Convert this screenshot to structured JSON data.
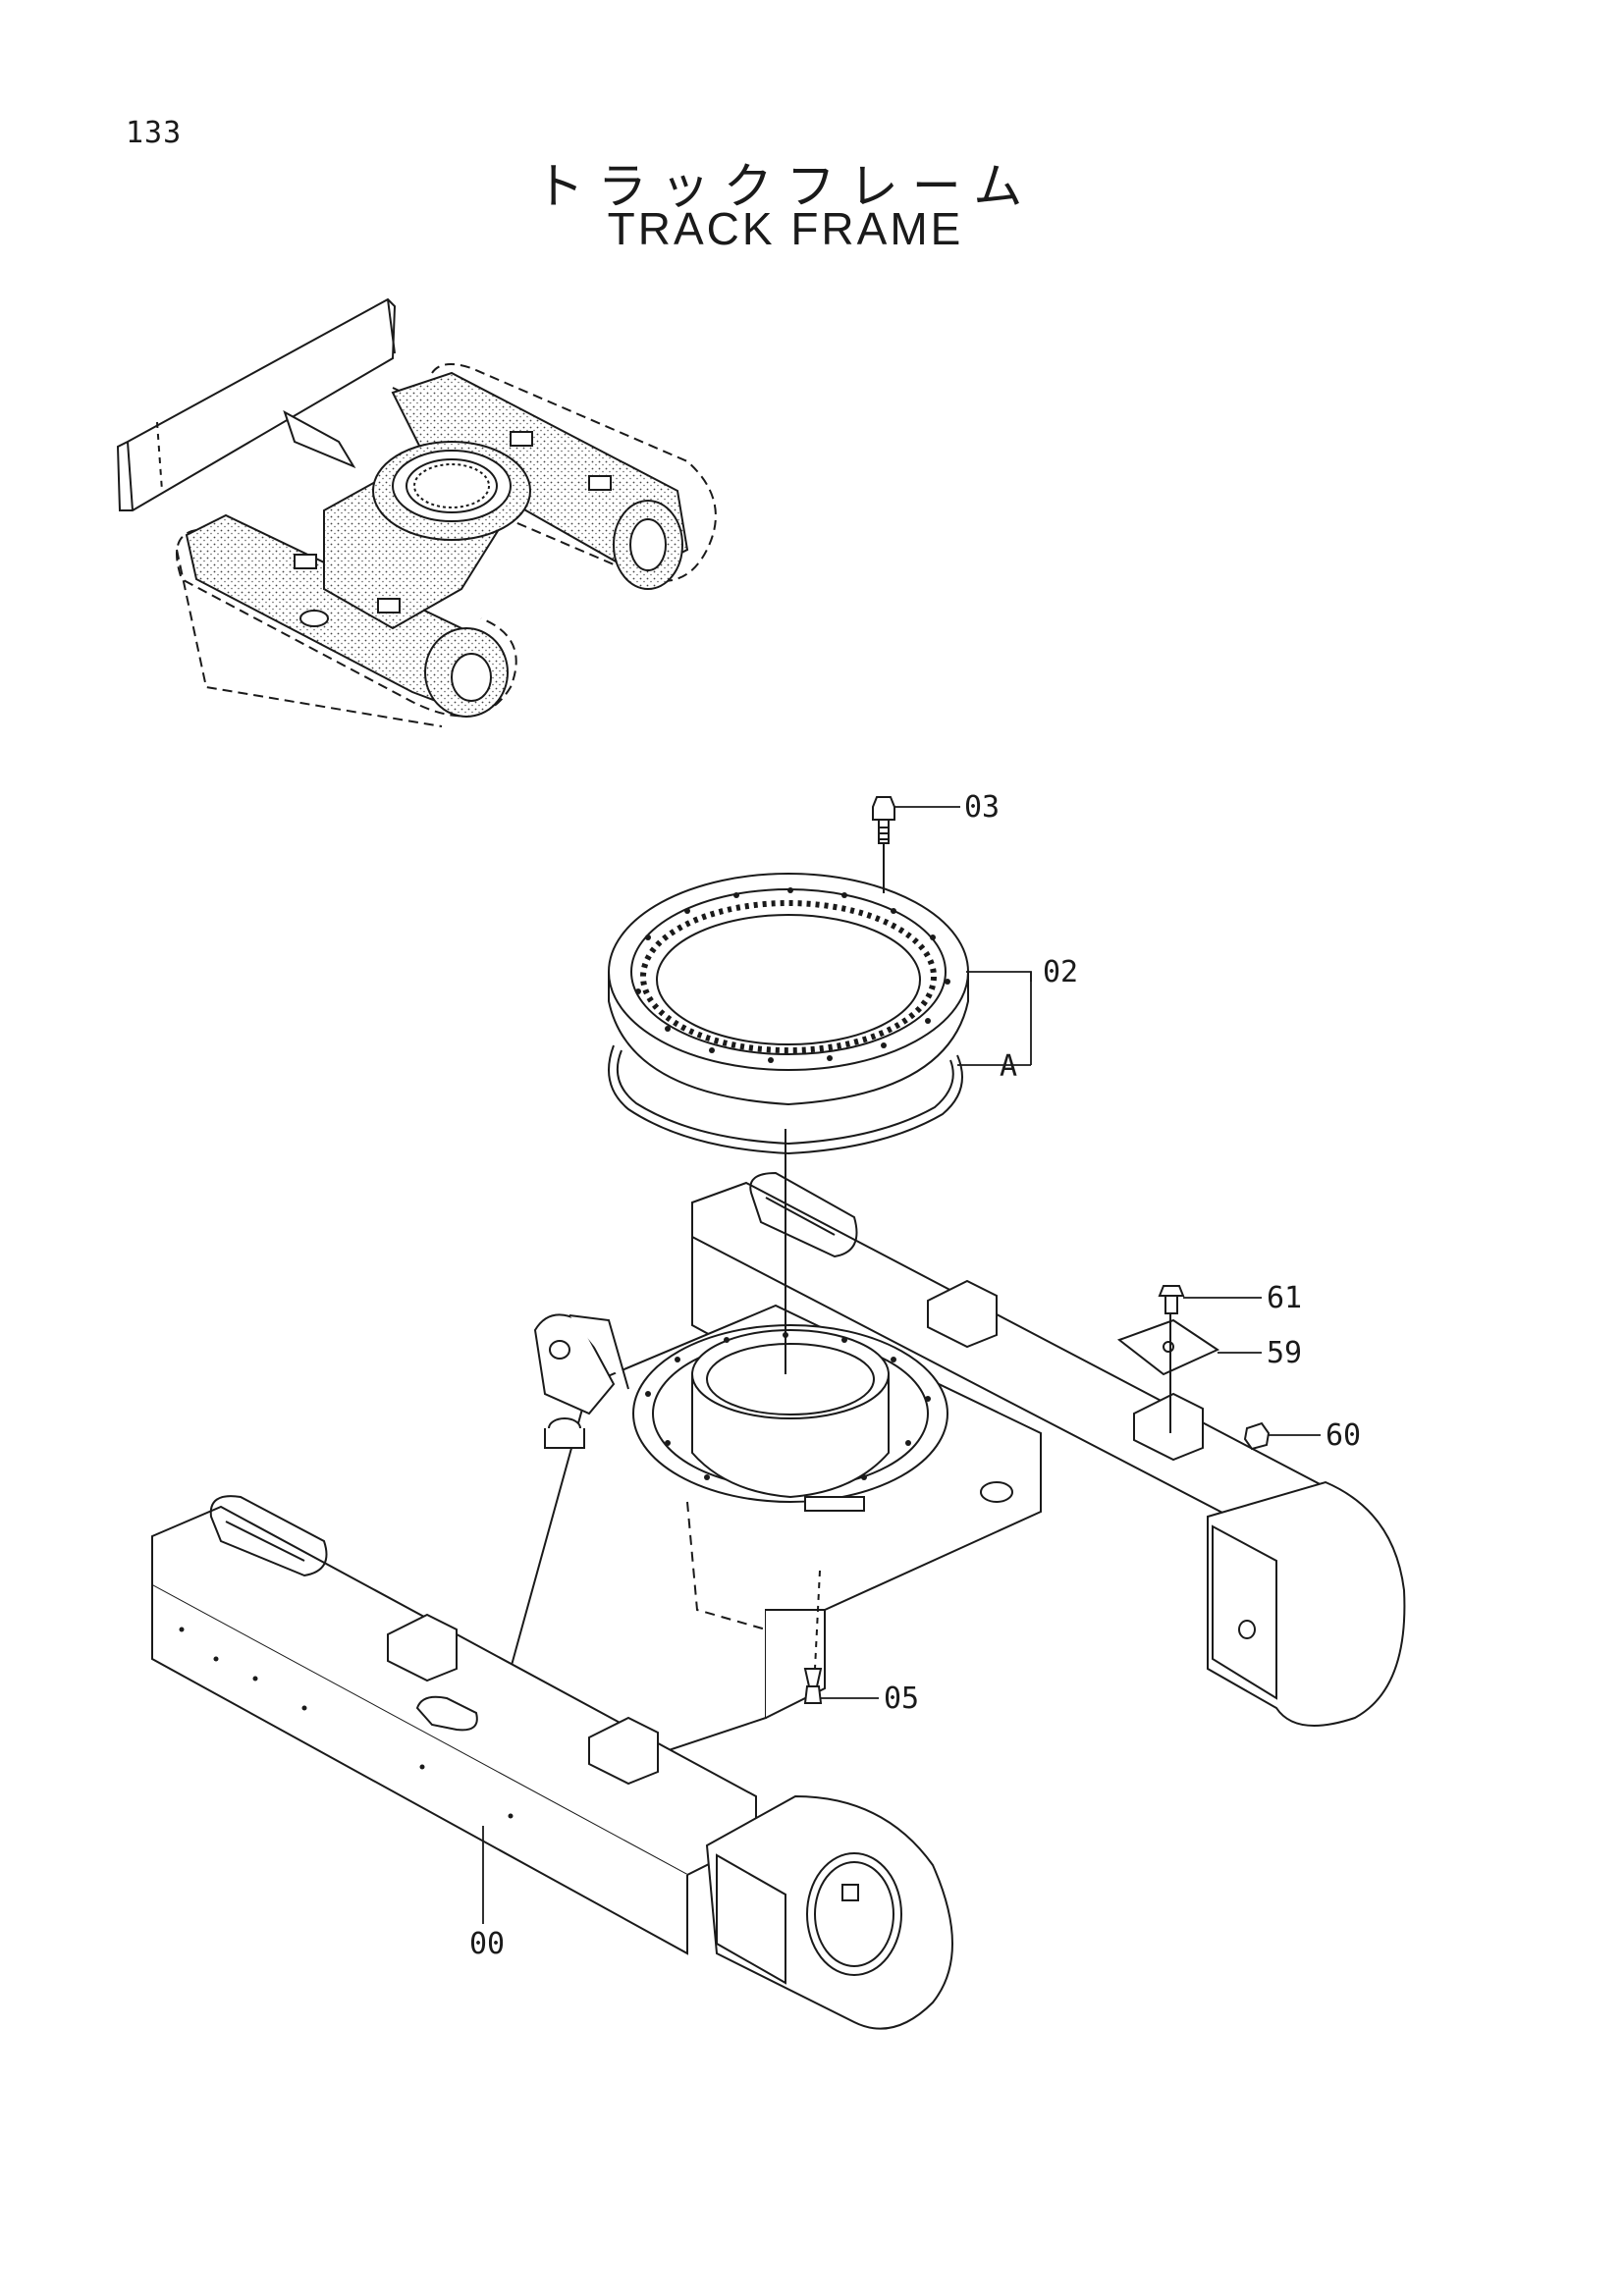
{
  "page": {
    "number": "133"
  },
  "title": {
    "japanese": "トラックフレーム",
    "english": "TRACK FRAME"
  },
  "callouts": [
    {
      "id": "c03",
      "label": "03"
    },
    {
      "id": "c02",
      "label": "02"
    },
    {
      "id": "cA",
      "label": "A"
    },
    {
      "id": "c61",
      "label": "61"
    },
    {
      "id": "c59",
      "label": "59"
    },
    {
      "id": "c60",
      "label": "60"
    },
    {
      "id": "c05",
      "label": "05"
    },
    {
      "id": "c00",
      "label": "00"
    }
  ]
}
